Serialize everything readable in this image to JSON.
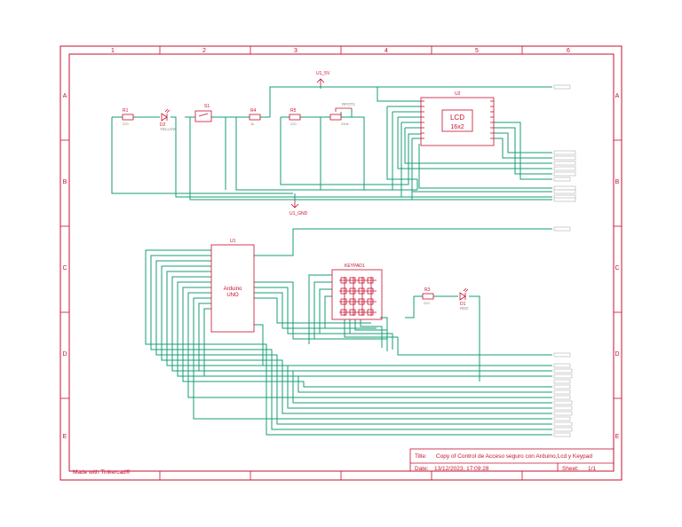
{
  "frame": {
    "columns": [
      "1",
      "2",
      "3",
      "4",
      "5",
      "6"
    ],
    "rows": [
      "A",
      "B",
      "C",
      "D",
      "E"
    ]
  },
  "title_block": {
    "title_label": "Title:",
    "title_value": "Copy of Control de Acceso seguro con Arduino,Lcd y Keypad",
    "date_label": "Date:",
    "date_value": "13/12/2023, 17:09:28",
    "sheet_label": "Sheet:",
    "sheet_value": "1/1",
    "made_with": "Made with Tinkercad®"
  },
  "supply": {
    "vcc_label": "U1_5V",
    "gnd_label": "U1_GND"
  },
  "components": {
    "r1": {
      "ref": "R1",
      "value": "220"
    },
    "d2": {
      "ref": "D2",
      "color": "YELLOW"
    },
    "s1": {
      "ref": "S1"
    },
    "r4": {
      "ref": "R4",
      "value": "1k"
    },
    "r5": {
      "ref": "R5",
      "value": "220"
    },
    "rpot": {
      "ref": "RPOT1",
      "value": "250k"
    },
    "u2": {
      "ref": "U2",
      "title1": "LCD",
      "title2": "16x2"
    },
    "u1": {
      "ref": "U1",
      "title1": "Arduino",
      "title2": "UNO"
    },
    "keypad": {
      "ref": "KEYPAD1"
    },
    "r3": {
      "ref": "R3",
      "value": "220"
    },
    "d1": {
      "ref": "D1",
      "color": "RED"
    }
  }
}
